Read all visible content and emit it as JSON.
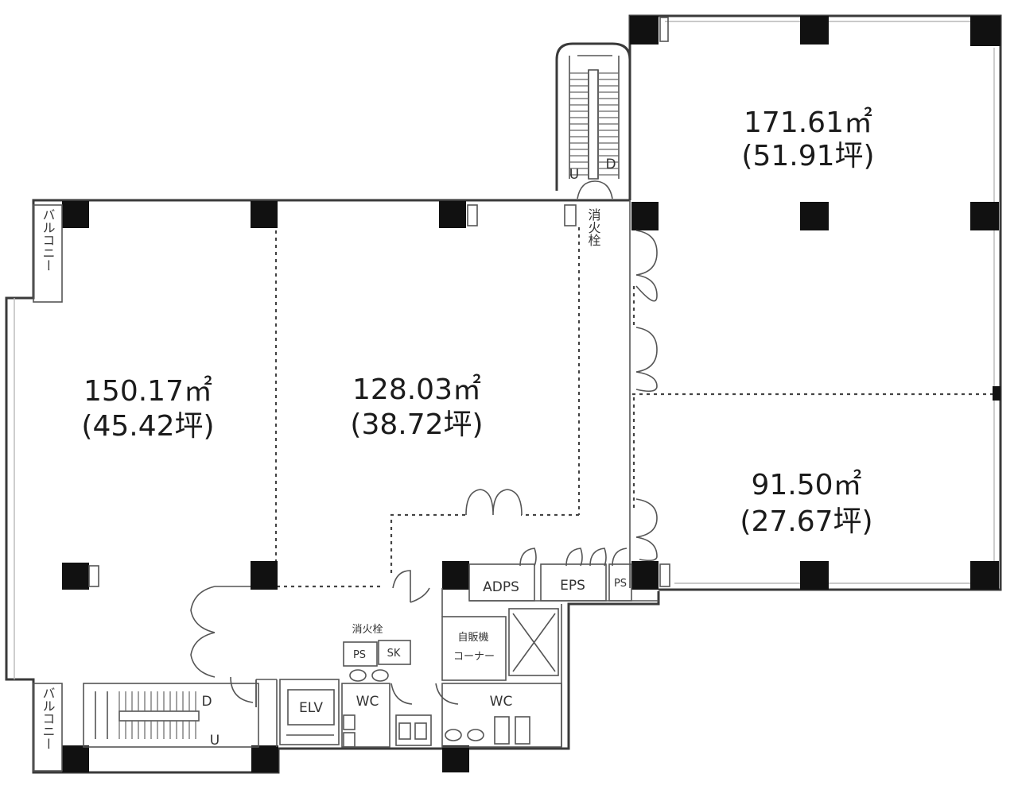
{
  "rooms": {
    "room_a": {
      "area_m2": "150.17㎡",
      "area_tsubo": "(45.42坪)"
    },
    "room_b": {
      "area_m2": "128.03㎡",
      "area_tsubo": "(38.72坪)"
    },
    "room_c": {
      "area_m2": "171.61㎡",
      "area_tsubo": "(51.91坪)"
    },
    "room_d": {
      "area_m2": "91.50㎡",
      "area_tsubo": "(27.67坪)"
    }
  },
  "labels": {
    "balcony": "バルコニー",
    "hydrant": "消火栓",
    "adps": "ADPS",
    "eps": "EPS",
    "ps": "PS",
    "sk": "SK",
    "vending_line1": "自販機",
    "vending_line2": "コーナー",
    "elevator": "ELV",
    "wc": "WC",
    "stair_up": "U",
    "stair_down": "D"
  }
}
